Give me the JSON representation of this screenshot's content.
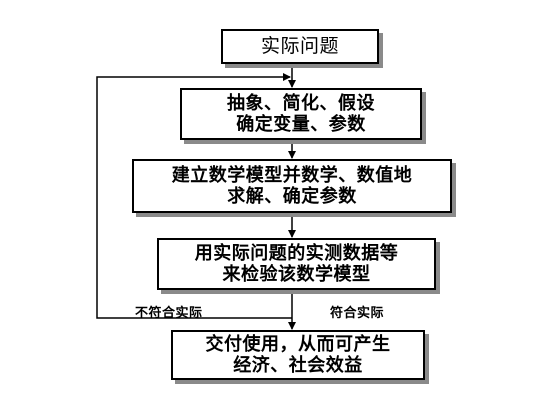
{
  "boxes": {
    "problem": [
      "实际问题"
    ],
    "abstract": [
      "抽象、简化、假设",
      "确定变量、参数"
    ],
    "model": [
      "建立数学模型并数学、数值地",
      "求解、确定参数"
    ],
    "verify": [
      "用实际问题的实测数据等",
      "来检验该数学模型"
    ],
    "deliver": [
      "交付使用，从而可产生",
      "经济、社会效益"
    ]
  },
  "labels": {
    "fail": "不符合实际",
    "pass": "符合实际"
  }
}
